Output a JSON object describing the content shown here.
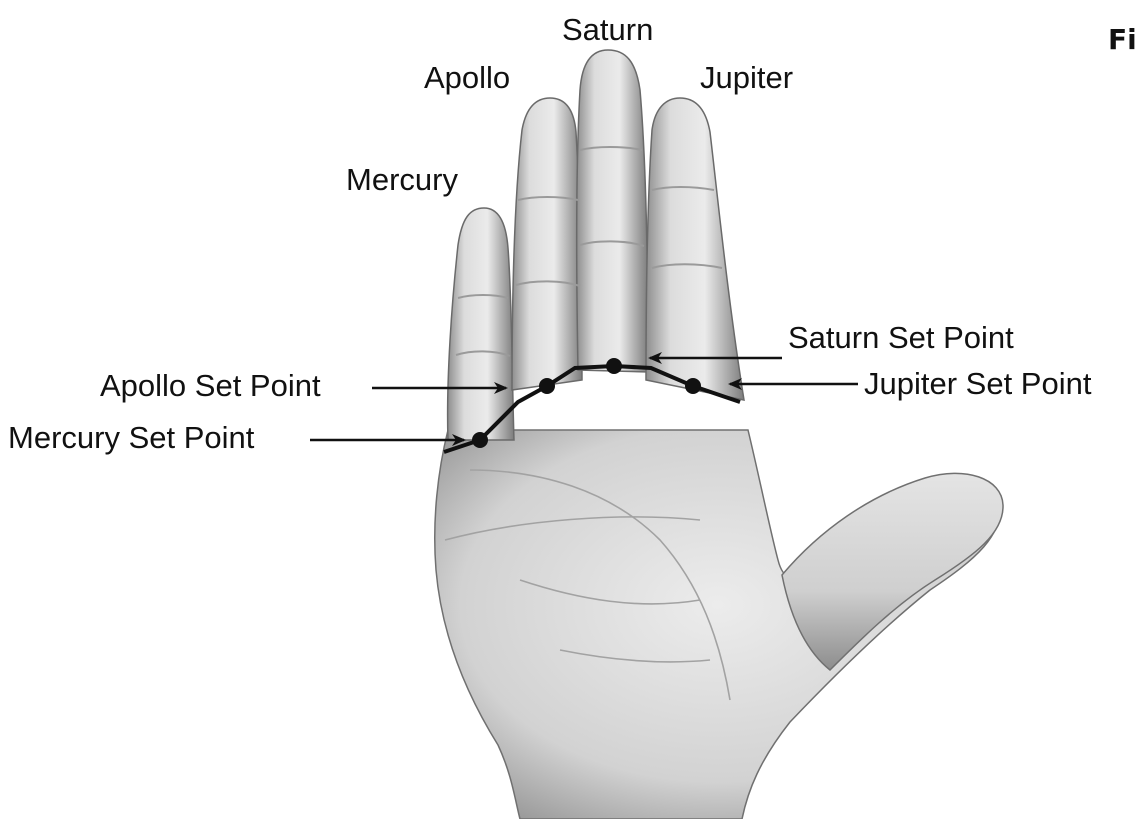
{
  "finger_labels": {
    "saturn": "Saturn",
    "apollo": "Apollo",
    "jupiter": "Jupiter",
    "mercury": "Mercury"
  },
  "set_point_labels": {
    "saturn": "Saturn Set Point",
    "apollo": "Apollo Set Point",
    "jupiter": "Jupiter Set Point",
    "mercury": "Mercury Set Point"
  },
  "figure_tag": "Fi",
  "colors": {
    "skin_light": "#e8e8e8",
    "skin_mid": "#c9c9c9",
    "skin_shadow": "#8a8a8a",
    "ink": "#111111"
  }
}
